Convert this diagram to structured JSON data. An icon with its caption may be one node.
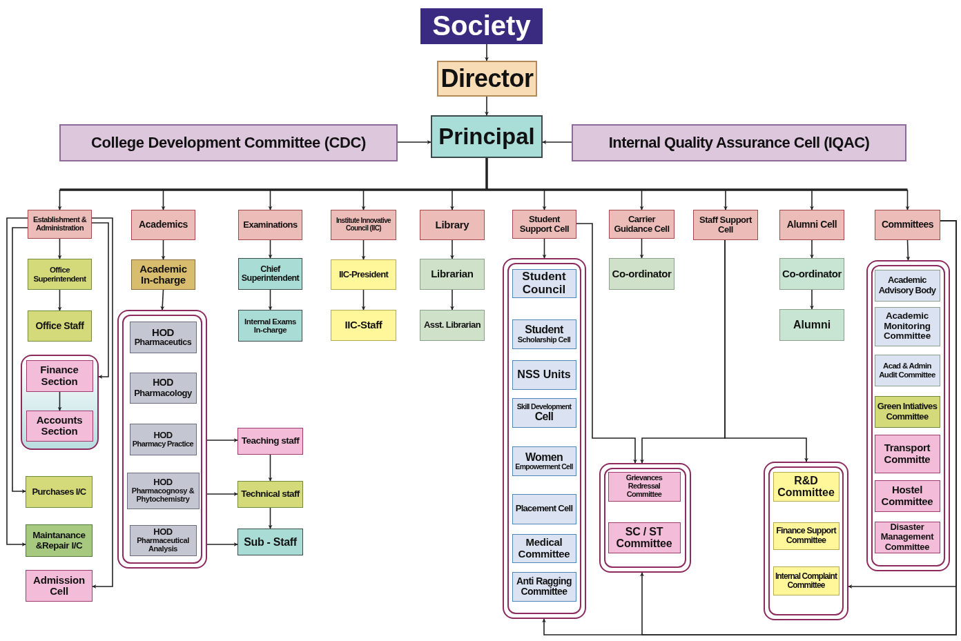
{
  "diagram": {
    "nodes": [
      {
        "text": [
          "Society"
        ]
      },
      {
        "text": [
          "Director"
        ]
      },
      {
        "text": [
          "College Development Committee (CDC)"
        ]
      },
      {
        "text": [
          "Principal"
        ]
      },
      {
        "text": [
          "Internal Quality Assurance Cell (IQAC)"
        ]
      },
      {
        "text": [
          "Establishment & Administration"
        ]
      },
      {
        "text": [
          "Academics"
        ]
      },
      {
        "text": [
          "Examinations"
        ]
      },
      {
        "text": [
          "Institute Innovative Council (IIC)"
        ]
      },
      {
        "text": [
          "Library"
        ]
      },
      {
        "text": [
          "Student Support Cell"
        ]
      },
      {
        "text": [
          "Carrier Guidance Cell"
        ]
      },
      {
        "text": [
          "Staff Support Cell"
        ]
      },
      {
        "text": [
          "Alumni Cell"
        ]
      },
      {
        "text": [
          "Committees"
        ]
      },
      {
        "text": [
          "Office Superintendent"
        ]
      },
      {
        "text": [
          "Office Staff"
        ]
      },
      {
        "text": [],
        "shape": "box"
      },
      {
        "text": [
          "Finance Section"
        ],
        "in": 17
      },
      {
        "text": [
          "Accounts Section"
        ],
        "in": 17
      },
      {
        "text": [
          "Purchases I/C"
        ]
      },
      {
        "text": [
          "Maintanance &Repair I/C"
        ]
      },
      {
        "text": [
          "Admission Cell"
        ]
      },
      {
        "text": [
          "Academic In-charge"
        ]
      },
      {
        "text": [],
        "shape": "box"
      },
      {
        "text": [
          "HOD",
          "Pharmaceutics"
        ],
        "in": 24
      },
      {
        "text": [
          "HOD",
          "Pharmacology"
        ],
        "in": 24
      },
      {
        "text": [
          "HOD",
          "Pharmacy Practice"
        ],
        "in": 24
      },
      {
        "text": [
          "HOD",
          "Pharmacognosy & Phytochemistry"
        ],
        "in": 24
      },
      {
        "text": [
          "HOD",
          "Pharmaceutical Analysis"
        ],
        "in": 24
      },
      {
        "text": [
          "Chief Superintendent"
        ]
      },
      {
        "text": [
          "Internal Exams In-charge"
        ]
      },
      {
        "text": [
          "Teaching staff"
        ]
      },
      {
        "text": [
          "Technical staff"
        ]
      },
      {
        "text": [
          "Sub - Staff"
        ]
      },
      {
        "text": [
          "IIC-President"
        ]
      },
      {
        "text": [
          "IIC-Staff"
        ]
      },
      {
        "text": [
          "Librarian"
        ]
      },
      {
        "text": [
          "Asst. Librarian"
        ]
      },
      {
        "text": [],
        "shape": "box"
      },
      {
        "text": [
          "Student Council"
        ],
        "in": 39
      },
      {
        "text": [
          "Student",
          "Scholarship Cell"
        ],
        "in": 39
      },
      {
        "text": [
          "NSS Units"
        ],
        "in": 39
      },
      {
        "text": [
          "Skill Development",
          "Cell"
        ],
        "in": 39
      },
      {
        "text": [
          "Women",
          "Empowerment Cell"
        ],
        "in": 39
      },
      {
        "text": [
          "Placement Cell"
        ],
        "in": 39
      },
      {
        "text": [
          "Medical Committee"
        ],
        "in": 39
      },
      {
        "text": [
          "Anti Ragging Committee"
        ],
        "in": 39
      },
      {
        "text": [
          "Co-ordinator"
        ]
      },
      {
        "text": [],
        "shape": "box"
      },
      {
        "text": [
          "Grievances Redressal Committee"
        ],
        "in": 49
      },
      {
        "text": [
          "SC / ST Committee"
        ],
        "in": 49
      },
      {
        "text": [
          "Co-ordinator"
        ]
      },
      {
        "text": [
          "Alumni"
        ]
      },
      {
        "text": [],
        "shape": "box"
      },
      {
        "text": [
          "R&D Committee"
        ],
        "in": 54
      },
      {
        "text": [
          "Finance Support Committee"
        ],
        "in": 54
      },
      {
        "text": [
          "Internal Complaint Committee"
        ],
        "in": 54
      },
      {
        "text": [],
        "shape": "box"
      },
      {
        "text": [
          "Academic Advisory Body"
        ],
        "in": 58
      },
      {
        "text": [
          "Academic Monitoring Committee"
        ],
        "in": 58
      },
      {
        "text": [
          "Acad & Admin Audit Committee"
        ],
        "in": 58
      },
      {
        "text": [
          "Green Intiatives Committee"
        ],
        "in": 58
      },
      {
        "text": [
          "Transport Committe"
        ],
        "in": 58
      },
      {
        "text": [
          "Hostel Committee"
        ],
        "in": 58
      },
      {
        "text": [
          "Disaster Management Committee"
        ],
        "in": 58
      }
    ],
    "edges": [
      {
        "from": 0,
        "to": 1,
        "arrow": "to"
      },
      {
        "from": 1,
        "to": 3,
        "arrow": "to"
      },
      {
        "from": 2,
        "to": 3,
        "arrow": "to"
      },
      {
        "from": 4,
        "to": 3,
        "arrow": "to"
      },
      {
        "from": 3,
        "to": 5,
        "arrow": "to"
      },
      {
        "from": 3,
        "to": 6,
        "arrow": "to"
      },
      {
        "from": 3,
        "to": 7,
        "arrow": "to"
      },
      {
        "from": 3,
        "to": 8,
        "arrow": "to"
      },
      {
        "from": 3,
        "to": 9,
        "arrow": "to"
      },
      {
        "from": 3,
        "to": 10,
        "arrow": "to"
      },
      {
        "from": 3,
        "to": 11,
        "arrow": "to"
      },
      {
        "from": 3,
        "to": 12,
        "arrow": "to"
      },
      {
        "from": 3,
        "to": 13,
        "arrow": "to"
      },
      {
        "from": 3,
        "to": 14,
        "arrow": "to"
      },
      {
        "from": 5,
        "to": 15,
        "arrow": "to"
      },
      {
        "from": 15,
        "to": 16,
        "arrow": "to"
      },
      {
        "from": 5,
        "to": 17,
        "arrow": "to"
      },
      {
        "from": 18,
        "to": 19,
        "arrow": "to"
      },
      {
        "from": 5,
        "to": 20,
        "arrow": "to"
      },
      {
        "from": 5,
        "to": 21,
        "arrow": "to"
      },
      {
        "from": 5,
        "to": 22,
        "arrow": "to"
      },
      {
        "from": 6,
        "to": 23,
        "arrow": "to"
      },
      {
        "from": 23,
        "to": 24,
        "arrow": "to"
      },
      {
        "from": 24,
        "to": 32,
        "arrow": "to"
      },
      {
        "from": 24,
        "to": 33,
        "arrow": "to"
      },
      {
        "from": 24,
        "to": 34,
        "arrow": "to"
      },
      {
        "from": 32,
        "to": 33,
        "arrow": "to"
      },
      {
        "from": 33,
        "to": 34,
        "arrow": "to"
      },
      {
        "from": 7,
        "to": 30,
        "arrow": "to"
      },
      {
        "from": 30,
        "to": 31,
        "arrow": "to"
      },
      {
        "from": 8,
        "to": 35,
        "arrow": "to"
      },
      {
        "from": 35,
        "to": 36,
        "arrow": "to"
      },
      {
        "from": 9,
        "to": 37,
        "arrow": "to"
      },
      {
        "from": 37,
        "to": 38,
        "arrow": "to"
      },
      {
        "from": 10,
        "to": 39,
        "arrow": "to"
      },
      {
        "from": 10,
        "to": 49,
        "arrow": "to"
      },
      {
        "from": 11,
        "to": 48,
        "arrow": "to"
      },
      {
        "from": 12,
        "to": 49,
        "arrow": "to"
      },
      {
        "from": 12,
        "to": 54,
        "arrow": "to"
      },
      {
        "from": 13,
        "to": 52,
        "arrow": "to"
      },
      {
        "from": 52,
        "to": 53,
        "arrow": "to"
      },
      {
        "from": 14,
        "to": 58,
        "arrow": "to"
      },
      {
        "from": 14,
        "to": 54,
        "arrow": "to"
      },
      {
        "from": 14,
        "to": 49,
        "arrow": "to"
      },
      {
        "from": 14,
        "to": 39,
        "arrow": "to"
      }
    ]
  }
}
